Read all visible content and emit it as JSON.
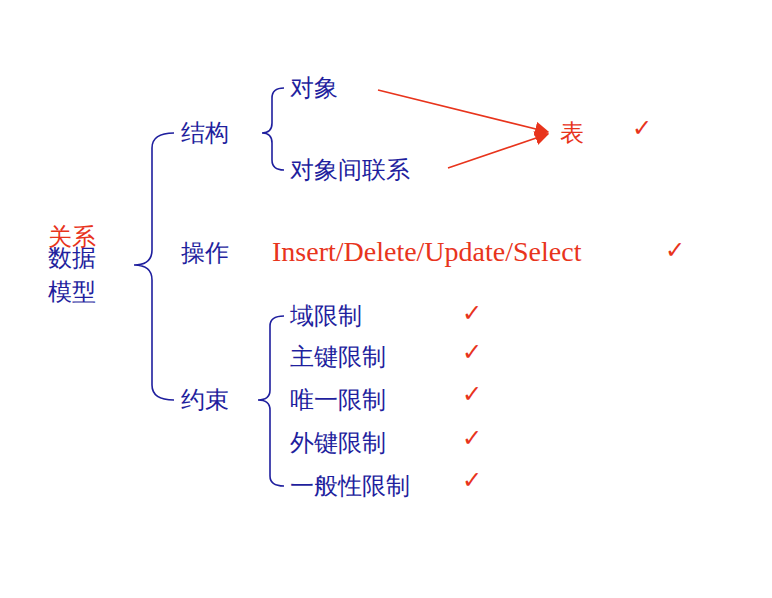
{
  "diagram": {
    "labels": [
      "关系",
      "数据 模型",
      "结构",
      "对象",
      "对象间联系",
      "表",
      "✓",
      "操作",
      "Insert/Delete/Update/Select",
      "✓",
      "约束",
      "域限制",
      "✓",
      "主键限制",
      "✓",
      "唯一限制",
      "✓",
      "外键限制",
      "✓",
      "一般性限制",
      "✓"
    ]
  }
}
